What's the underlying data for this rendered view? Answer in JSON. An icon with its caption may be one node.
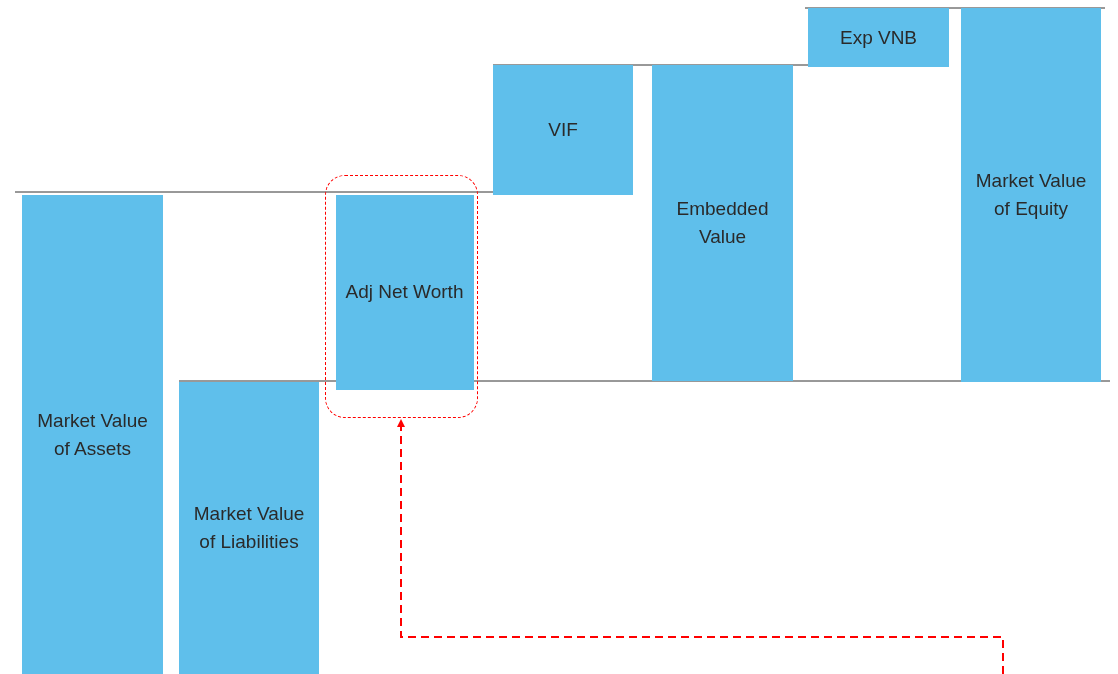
{
  "diagram": {
    "nodes": [
      {
        "text": [
          "Market Value of Assets"
        ]
      },
      {
        "text": [
          "Market Value of Liabilities"
        ]
      },
      {
        "text": [],
        "shape": "box"
      },
      {
        "text": [
          "Adj Net Worth"
        ],
        "in": 2
      },
      {
        "text": [
          "VIF"
        ]
      },
      {
        "text": [
          "Embedded Value"
        ]
      },
      {
        "text": [
          "Exp VNB"
        ]
      },
      {
        "text": [
          "Market Value of Equity"
        ]
      }
    ],
    "edges": [
      {
        "from": null,
        "to": 2,
        "arrow": "to",
        "style": "dashed",
        "color": "#ff0000"
      }
    ]
  }
}
